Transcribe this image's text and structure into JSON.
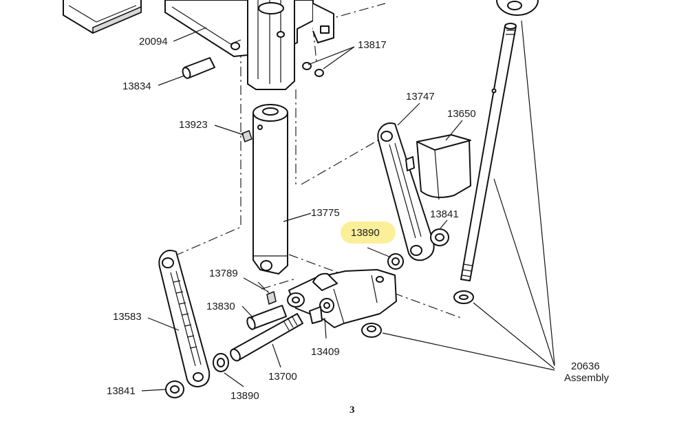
{
  "labels": {
    "p20094": "20094",
    "p13817": "13817",
    "p13834": "13834",
    "p13747": "13747",
    "p13650": "13650",
    "p13923": "13923",
    "p13775": "13775",
    "p13841_top": "13841",
    "p13890_highlight": "13890",
    "p13789": "13789",
    "p13830": "13830",
    "p13583": "13583",
    "p13409": "13409",
    "p13700": "13700",
    "p13841_bottom": "13841",
    "p13890_bottom": "13890",
    "p20636": "20636",
    "assembly": "Assembly"
  },
  "page_number": "3",
  "highlight": {
    "part": "13890",
    "color": "#fbef9a"
  }
}
